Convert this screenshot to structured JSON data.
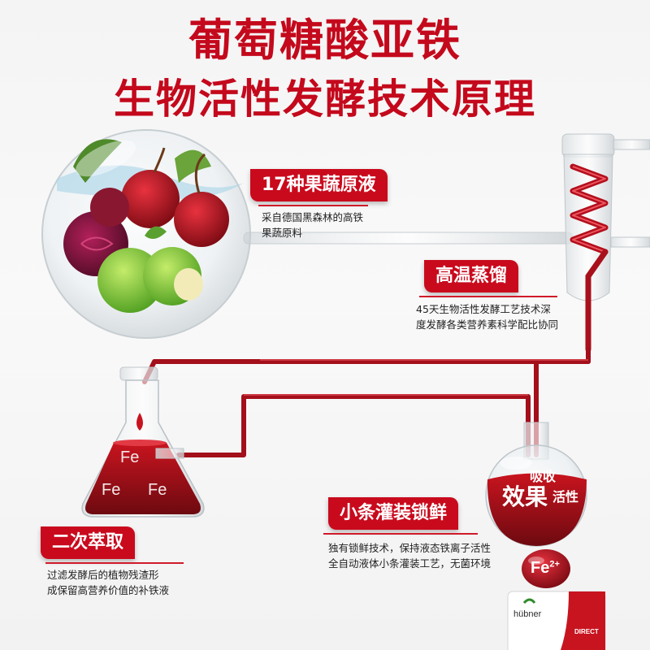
{
  "header": {
    "title_line1": "葡萄糖酸亚铁",
    "title_line2": "生物活性发酵技术原理"
  },
  "steps": [
    {
      "title": "17种果蔬原液",
      "desc": [
        "采自德国黑森林的高铁",
        "果蔬原料"
      ]
    },
    {
      "title": "高温蒸馏",
      "desc": [
        "45天生物活性发酵工艺技术深",
        "度发酵各类营养素科学配比协同"
      ]
    },
    {
      "title": "二次萃取",
      "desc": [
        "过滤发酵后的植物残渣形",
        "成保留高营养价值的补铁液"
      ]
    },
    {
      "title": "小条灌装锁鲜",
      "desc": [
        "独有锁鲜技术，保持液态铁离子活性",
        "全自动液体小条灌装工艺，无菌环境"
      ]
    }
  ],
  "flask_labels": [
    "Fe",
    "Fe",
    "Fe"
  ],
  "sphere_labels": {
    "absorb": "吸收",
    "effect": "效果",
    "activity": "活性"
  },
  "ion": {
    "symbol": "Fe",
    "charge": "2+"
  },
  "product": {
    "brand": "hübner",
    "tag": "DIRECT"
  },
  "colors": {
    "accent": "#c90a1d",
    "liquid": "#a8101c"
  }
}
